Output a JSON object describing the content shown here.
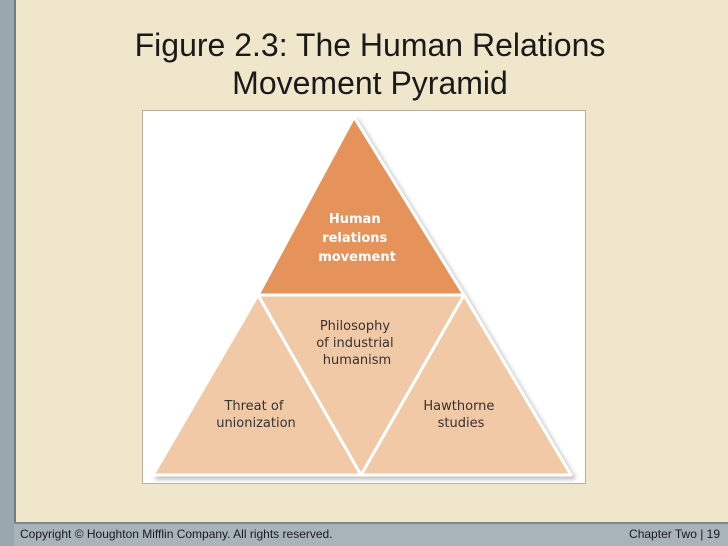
{
  "slide": {
    "title_line1": "Figure 2.3: The Human Relations",
    "title_line2": "Movement Pyramid",
    "footer_left": "Copyright © Houghton Mifflin Company. All rights reserved.",
    "footer_right": "Chapter Two | 19"
  },
  "pyramid": {
    "top": {
      "lines": [
        "Human",
        "relations",
        "movement"
      ],
      "fill": "#e5935a",
      "text_color": "#ffffff"
    },
    "center": {
      "lines": [
        "Philosophy",
        "of industrial",
        "humanism"
      ]
    },
    "left": {
      "lines": [
        "Threat of",
        "unionization"
      ]
    },
    "right": {
      "lines": [
        "Hawthorne",
        "studies"
      ]
    },
    "lower_fill": "#f2c9a6",
    "outline_color": "#ffffff",
    "text_color": "#333333"
  }
}
